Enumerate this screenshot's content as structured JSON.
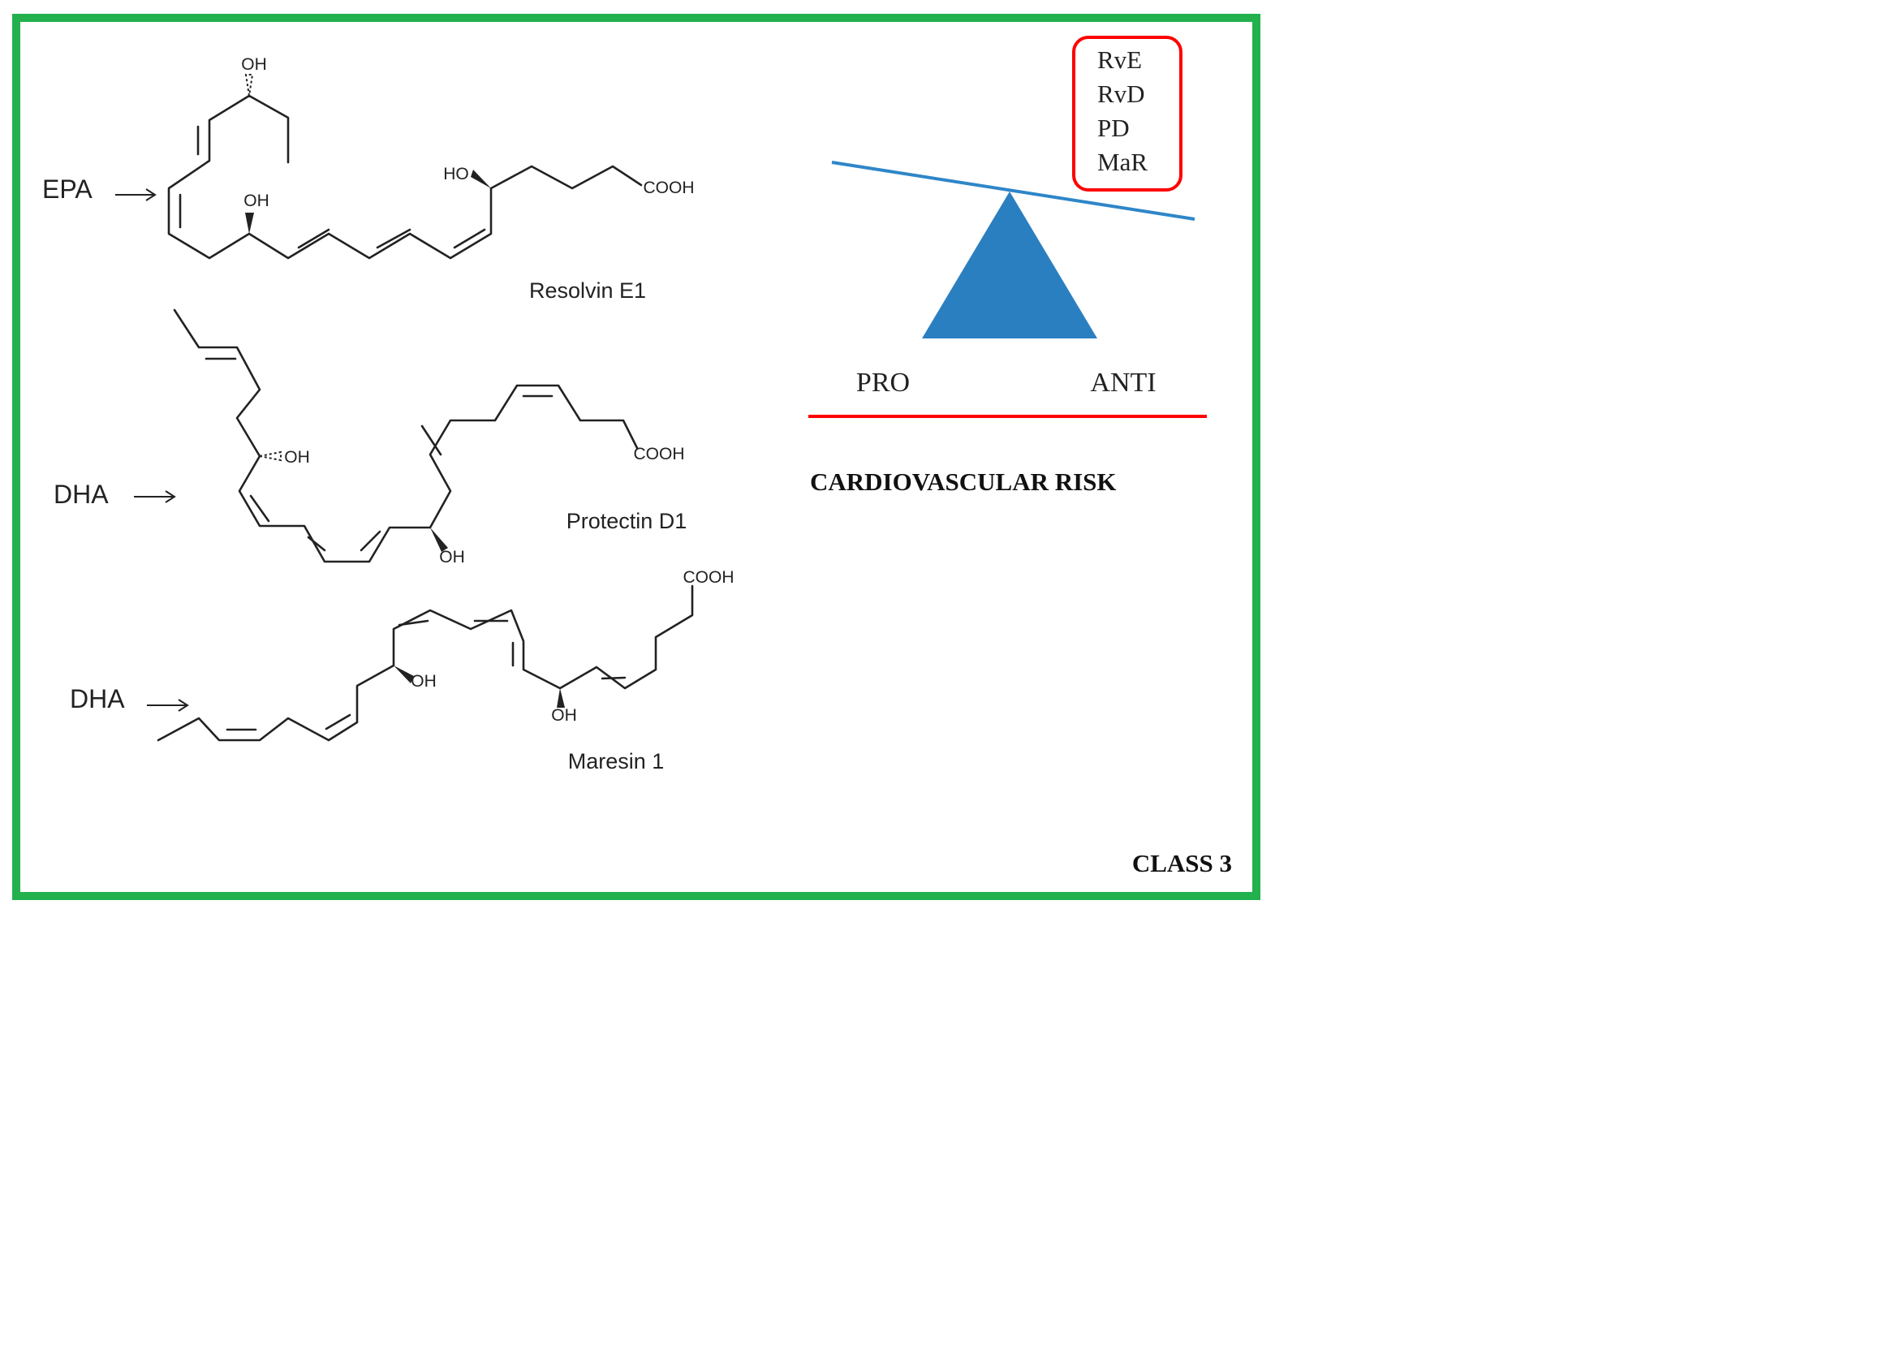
{
  "precursors": {
    "epa": "EPA",
    "dha_1": "DHA",
    "dha_2": "DHA"
  },
  "molecules": {
    "resolvin_e1": {
      "name": "Resolvin E1",
      "groups": [
        "OH",
        "OH",
        "HO",
        "COOH"
      ]
    },
    "protectin_d1": {
      "name": "Protectin D1",
      "groups": [
        "OH",
        "OH",
        "COOH"
      ]
    },
    "maresin_1": {
      "name": "Maresin 1",
      "groups": [
        "OH",
        "OH",
        "COOH"
      ]
    }
  },
  "mediators_box": [
    "RvE",
    "RvD",
    "PD",
    "MaR"
  ],
  "balance": {
    "left_label": "PRO",
    "right_label": "ANTI",
    "caption": "CARDIOVASCULAR RISK"
  },
  "class_label": "CLASS 3",
  "colors": {
    "frame": "#22b14c",
    "beam": "#2e86c8",
    "fulcrum": "#2a7fc1",
    "box_border": "#ff0000",
    "rule": "#ff0000",
    "ink": "#222222"
  }
}
